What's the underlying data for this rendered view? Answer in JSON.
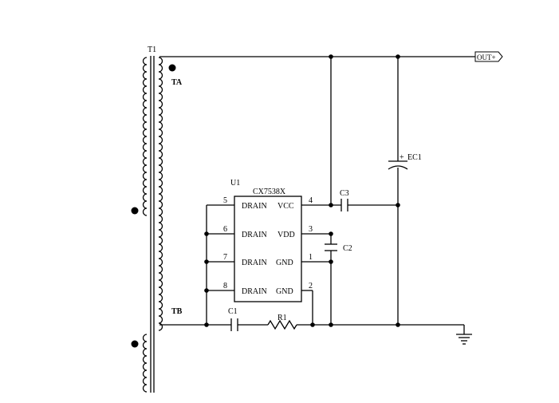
{
  "transformer": {
    "ref": "T1",
    "tap_a": "TA",
    "tap_b": "TB"
  },
  "ic": {
    "ref": "U1",
    "part": "CX7538X",
    "pins": [
      {
        "num": "5",
        "name": "DRAIN"
      },
      {
        "num": "6",
        "name": "DRAIN"
      },
      {
        "num": "7",
        "name": "DRAIN"
      },
      {
        "num": "8",
        "name": "DRAIN"
      },
      {
        "num": "4",
        "name": "VCC"
      },
      {
        "num": "3",
        "name": "VDD"
      },
      {
        "num": "1",
        "name": "GND"
      },
      {
        "num": "2",
        "name": "GND"
      }
    ]
  },
  "components": {
    "c1": "C1",
    "c2": "C2",
    "c3": "C3",
    "r1": "R1",
    "ec1": "EC1",
    "ec1_polarity": "+"
  },
  "port": {
    "label": "OUT+"
  }
}
